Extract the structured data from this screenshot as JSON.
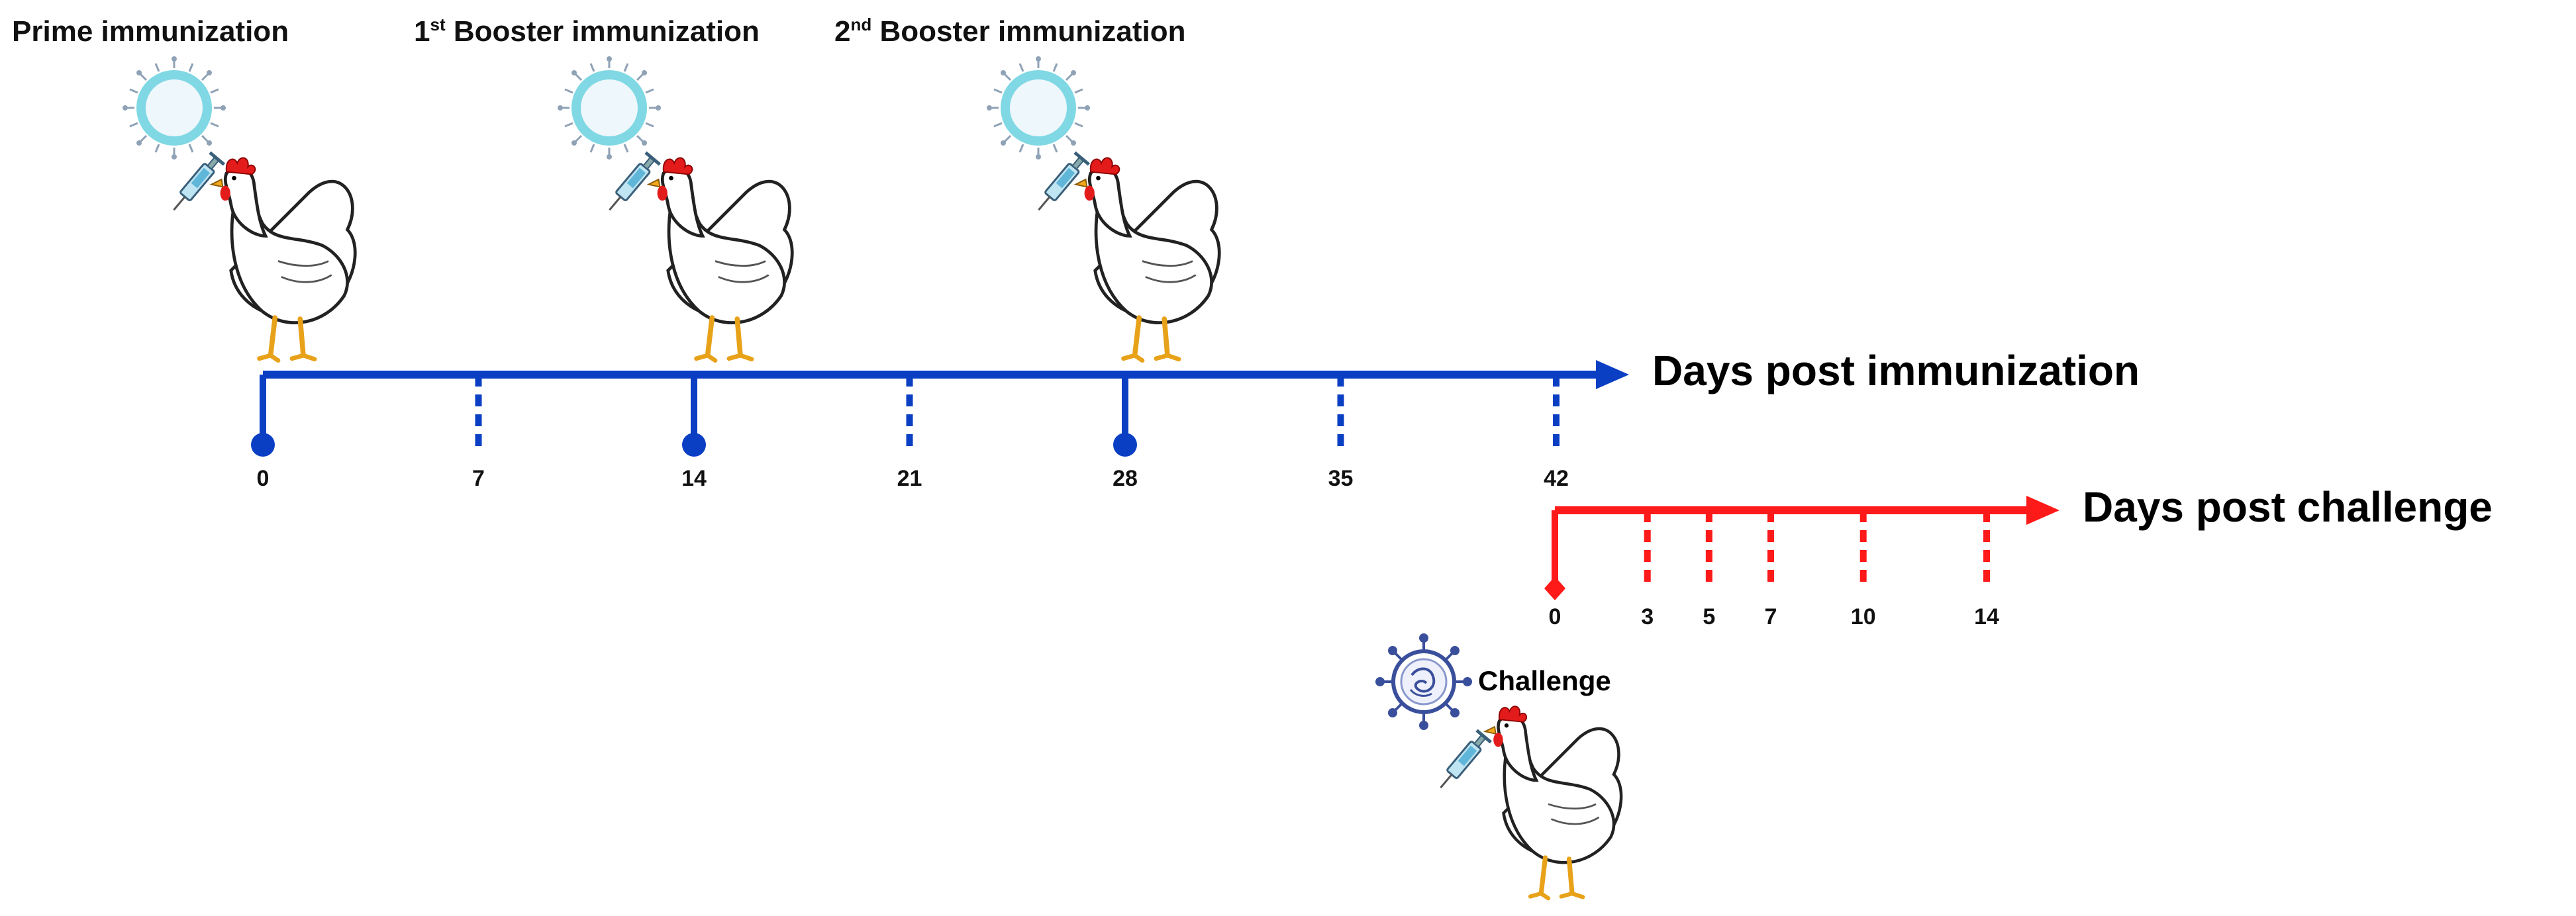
{
  "colors": {
    "immunization_axis": "#0a3fc4",
    "challenge_axis": "#ff1a1a",
    "particle_ring": "#7fd8e4",
    "virus": "#3a4f9c"
  },
  "events": {
    "prime": {
      "label": "Prime immunization"
    },
    "booster1": {
      "number": "1",
      "suffix": "st",
      "text": " Booster immunization"
    },
    "booster2": {
      "number": "2",
      "suffix": "nd",
      "text": " Booster immunization"
    },
    "challenge": {
      "label": "Challenge"
    }
  },
  "immunization_axis": {
    "title": "Days post immunization",
    "ticks": [
      {
        "day": 0,
        "label": "0",
        "style": "solid-dot"
      },
      {
        "day": 7,
        "label": "7",
        "style": "dashed"
      },
      {
        "day": 14,
        "label": "14",
        "style": "solid-dot"
      },
      {
        "day": 21,
        "label": "21",
        "style": "dashed"
      },
      {
        "day": 28,
        "label": "28",
        "style": "solid-dot"
      },
      {
        "day": 35,
        "label": "35",
        "style": "dashed"
      },
      {
        "day": 42,
        "label": "42",
        "style": "dashed"
      }
    ]
  },
  "challenge_axis": {
    "title": "Days post challenge",
    "ticks": [
      {
        "day": 0,
        "label": "0",
        "style": "diamond"
      },
      {
        "day": 3,
        "label": "3",
        "style": "dashed"
      },
      {
        "day": 5,
        "label": "5",
        "style": "dashed"
      },
      {
        "day": 7,
        "label": "7",
        "style": "dashed"
      },
      {
        "day": 10,
        "label": "10",
        "style": "dashed"
      },
      {
        "day": 14,
        "label": "14",
        "style": "dashed"
      }
    ]
  },
  "icons": {
    "vaccine_particle": "vaccine-particle-icon",
    "syringe": "syringe-icon",
    "chicken": "chicken-icon",
    "virus": "virus-icon"
  }
}
